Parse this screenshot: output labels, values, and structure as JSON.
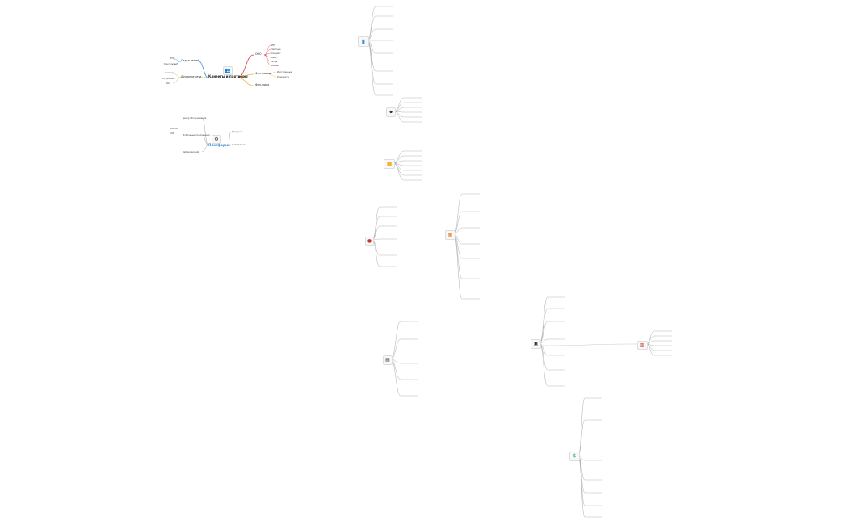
{
  "map1": {
    "root": "Клиенты и партнёры",
    "branches": [
      {
        "label": "ООО",
        "color": "#e23a4a",
        "children": [
          "ИП",
          "Частные",
          "Холдинг",
          "Банк",
          "Фонд",
          "Бизнес"
        ]
      },
      {
        "label": "Физ. лицам",
        "color": "#f2b233",
        "children": [
          "Иностранные",
          "Резиденты"
        ]
      },
      {
        "label": "Фил. лица",
        "color": "#f2b233",
        "children": []
      },
      {
        "label": "Отдел связей",
        "color": "#3a8bd8",
        "children": [
          "ЕЛК",
          "Консультант"
        ]
      },
      {
        "label": "Дочерние сети",
        "color": "#9bc34a",
        "children": [
          "Филиал",
          "Отделения",
          "ЗАО"
        ]
      }
    ]
  },
  "map2": {
    "root": "Платформа",
    "branches": [
      {
        "label": "Продукты",
        "children": []
      },
      {
        "label": "Интеграции",
        "children": []
      },
      {
        "label": "Центр обслуживания",
        "children": []
      },
      {
        "label": "Мобильные приложения",
        "children": [
          "Android",
          "iOS"
        ]
      },
      {
        "label": "Веб-интерфейс",
        "children": []
      }
    ]
  },
  "icons": {
    "chart": "bar-chart-icon",
    "fingerprint": "fingerprint-icon",
    "car": "car-icon",
    "person": "person-icon",
    "calendar": "calendar-icon",
    "document": "document-icon",
    "basket": "basket-icon",
    "book": "book-icon",
    "money": "money-icon"
  }
}
